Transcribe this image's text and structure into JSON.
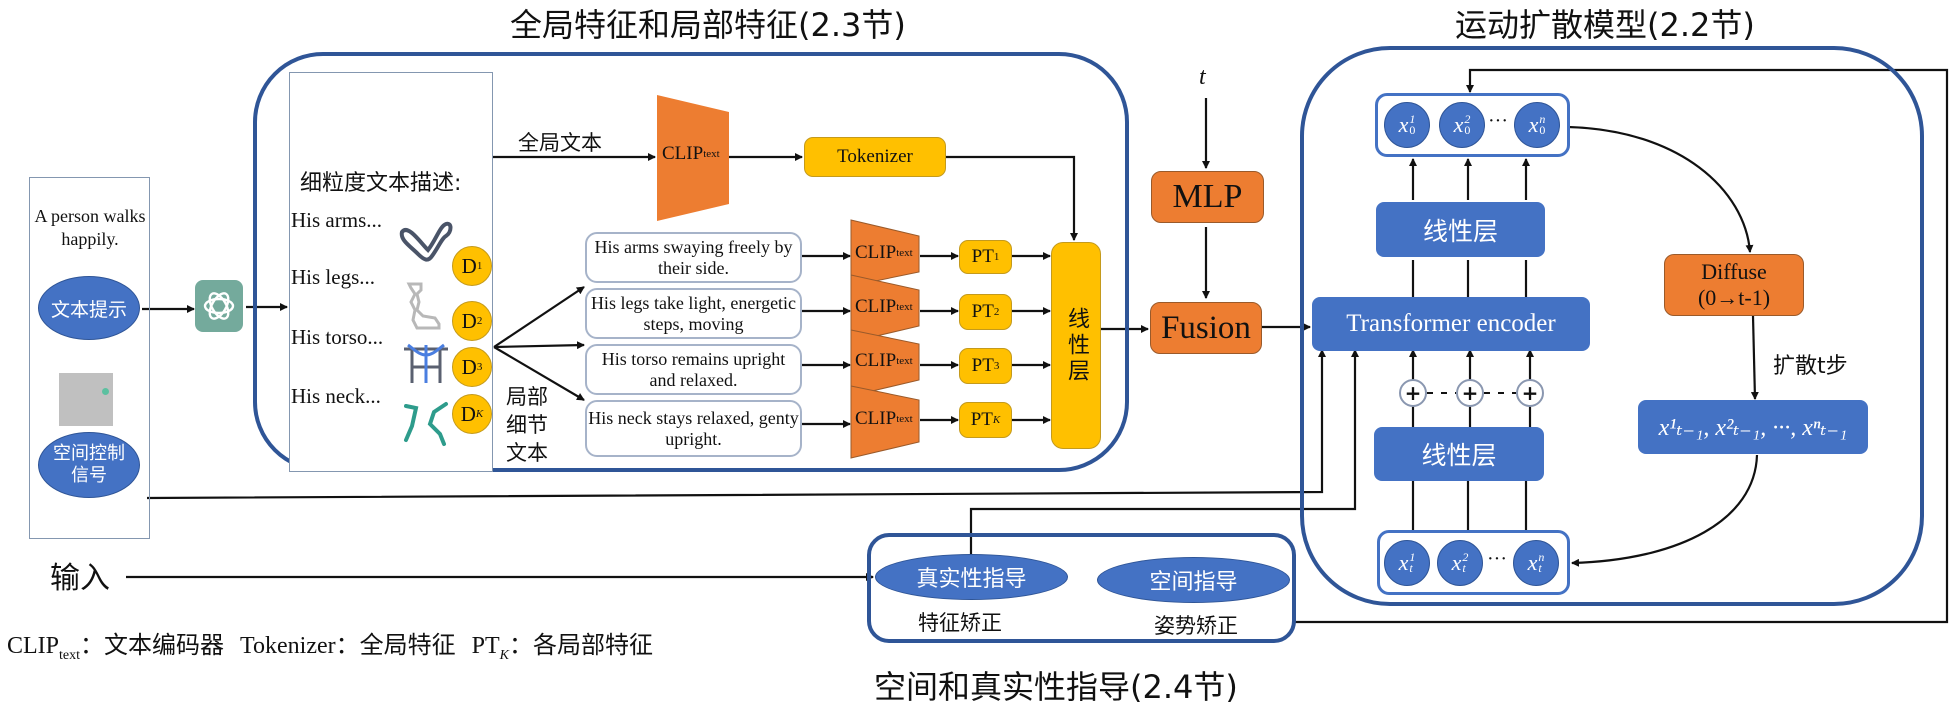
{
  "titles": {
    "feature_section": "全局特征和局部特征(2.3节)",
    "diffusion_section": "运动扩散模型(2.2节)",
    "guidance_section": "空间和真实性指导(2.4节)"
  },
  "input": {
    "prompt_example": "A person walks happily.",
    "text_prompt_label": "文本提示",
    "spatial_signal_label": "空间控制信号",
    "input_label": "输入",
    "llm_icon": "chatgpt-logo-icon"
  },
  "fine_grained": {
    "header": "细粒度文本描述:",
    "global_text_label": "全局文本",
    "local_text_label": "局部细节文本",
    "parts": [
      {
        "short": "His arms...",
        "d_label": "D",
        "d_sub": "1",
        "icon": "arm-icon"
      },
      {
        "short": "His legs...",
        "d_label": "D",
        "d_sub": "2",
        "icon": "leg-icon"
      },
      {
        "short": "His torso...",
        "d_label": "D",
        "d_sub": "3",
        "icon": "torso-icon"
      },
      {
        "short": "His neck...",
        "d_label": "D",
        "d_sub": "K",
        "icon": "neck-icon"
      }
    ],
    "descriptions": [
      "His arms swaying freely by their side.",
      "His legs take light, energetic steps, moving",
      "His torso remains upright and relaxed.",
      "His neck stays relaxed, genty upright."
    ],
    "clip_label": "CLIP",
    "clip_sub": "text",
    "tokenizer_label": "Tokenizer",
    "pt_items": [
      {
        "label": "PT",
        "sub": "1"
      },
      {
        "label": "PT",
        "sub": "2"
      },
      {
        "label": "PT",
        "sub": "3"
      },
      {
        "label": "PT",
        "sub": "K"
      }
    ],
    "linear_label": "线性层"
  },
  "fusion": {
    "t_label": "t",
    "mlp_label": "MLP",
    "fusion_label": "Fusion"
  },
  "diffusion": {
    "x0_tokens": [
      {
        "base": "x",
        "sup": "1",
        "sub": "0"
      },
      {
        "base": "x",
        "sup": "2",
        "sub": "0"
      },
      {
        "base": "x",
        "sup": "n",
        "sub": "0"
      }
    ],
    "xt_tokens": [
      {
        "base": "x",
        "sup": "1",
        "sub": "t"
      },
      {
        "base": "x",
        "sup": "2",
        "sub": "t"
      },
      {
        "base": "x",
        "sup": "n",
        "sub": "t"
      }
    ],
    "ellipsis": "···",
    "linear_top_label": "线性层",
    "linear_bottom_label": "线性层",
    "transformer_label": "Transformer encoder",
    "diffuse_label": "Diffuse",
    "diffuse_range": "(0→t-1)",
    "diffuse_steps_label": "扩散t步",
    "noisy_sequence": "x¹ₜ₋₁, x²ₜ₋₁, ···, xⁿₜ₋₁",
    "plus_symbol": "+"
  },
  "guidance": {
    "realism_label": "真实性指导",
    "spatial_label": "空间指导",
    "feature_correction": "特征矫正",
    "pose_correction": "姿势矫正"
  },
  "legend": {
    "clip": "CLIP",
    "clip_sub": "text",
    "clip_desc": "：文本编码器",
    "tokenizer": "Tokenizer",
    "tokenizer_desc": "：全局特征",
    "pt": "PT",
    "pt_sub": "K",
    "pt_desc": "：各局部特征"
  },
  "colors": {
    "panel_border": "#2f5597",
    "blue": "#4472c4",
    "orange": "#ed7d31",
    "yellow": "#ffc000",
    "llm_green": "#74aa9c"
  }
}
